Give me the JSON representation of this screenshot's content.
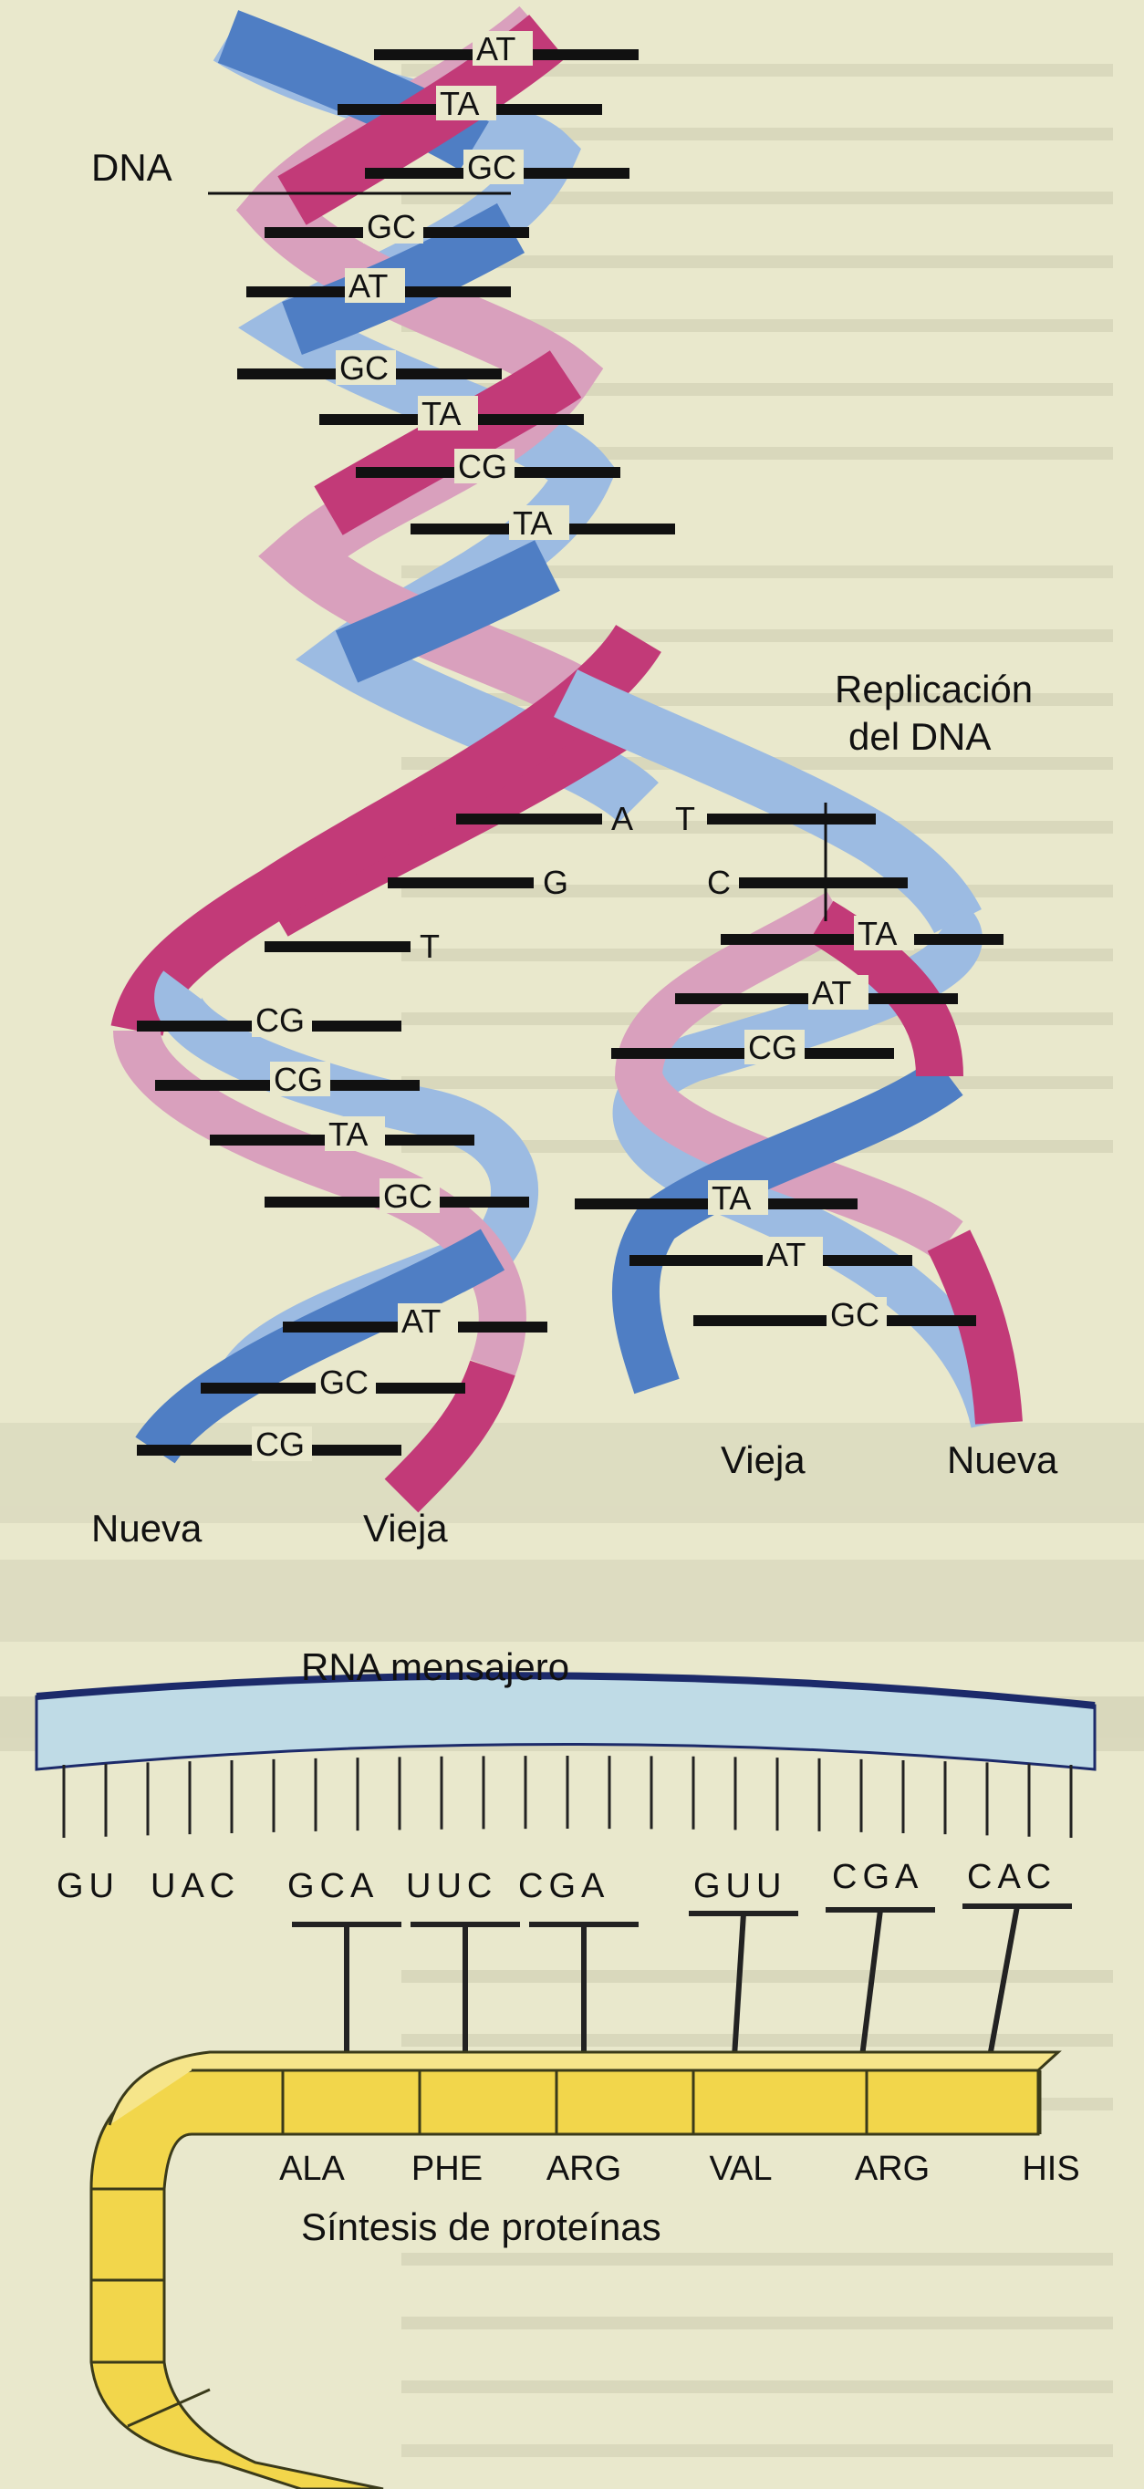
{
  "dna": {
    "label": "DNA",
    "replication_label_line1": "Replicación",
    "replication_label_line2": "del DNA",
    "top_pairs": [
      "AT",
      "TA",
      "GC",
      "GC",
      "AT",
      "GC",
      "TA",
      "CG",
      "TA"
    ],
    "fork_left": [
      "A",
      "G",
      "T"
    ],
    "fork_right": [
      "T",
      "C"
    ],
    "left_daughter_pairs": [
      "CG",
      "CG",
      "TA",
      "GC",
      "AT",
      "GC",
      "CG"
    ],
    "right_daughter_pairs": [
      "TA",
      "AT",
      "CG",
      "TA",
      "AT",
      "GC"
    ],
    "left_strand_labels": [
      "Nueva",
      "Vieja"
    ],
    "right_strand_labels": [
      "Vieja",
      "Nueva"
    ]
  },
  "rna": {
    "label": "RNA mensajero",
    "codons": [
      "GU",
      "UAC",
      "GCA",
      "UUC",
      "CGA",
      "GUU",
      "CGA",
      "CAC"
    ]
  },
  "protein": {
    "amino_acids": [
      "ALA",
      "PHE",
      "ARG",
      "VAL",
      "ARG",
      "HIS"
    ],
    "label": "Síntesis de proteínas"
  },
  "colors": {
    "strand_magenta": "#c23a78",
    "strand_pink": "#d9a0bd",
    "strand_blue": "#4f7ec4",
    "strand_lightblue": "#9cbbe2",
    "rna_band": "#bfdbe6",
    "protein_yellow": "#f2d64b"
  }
}
